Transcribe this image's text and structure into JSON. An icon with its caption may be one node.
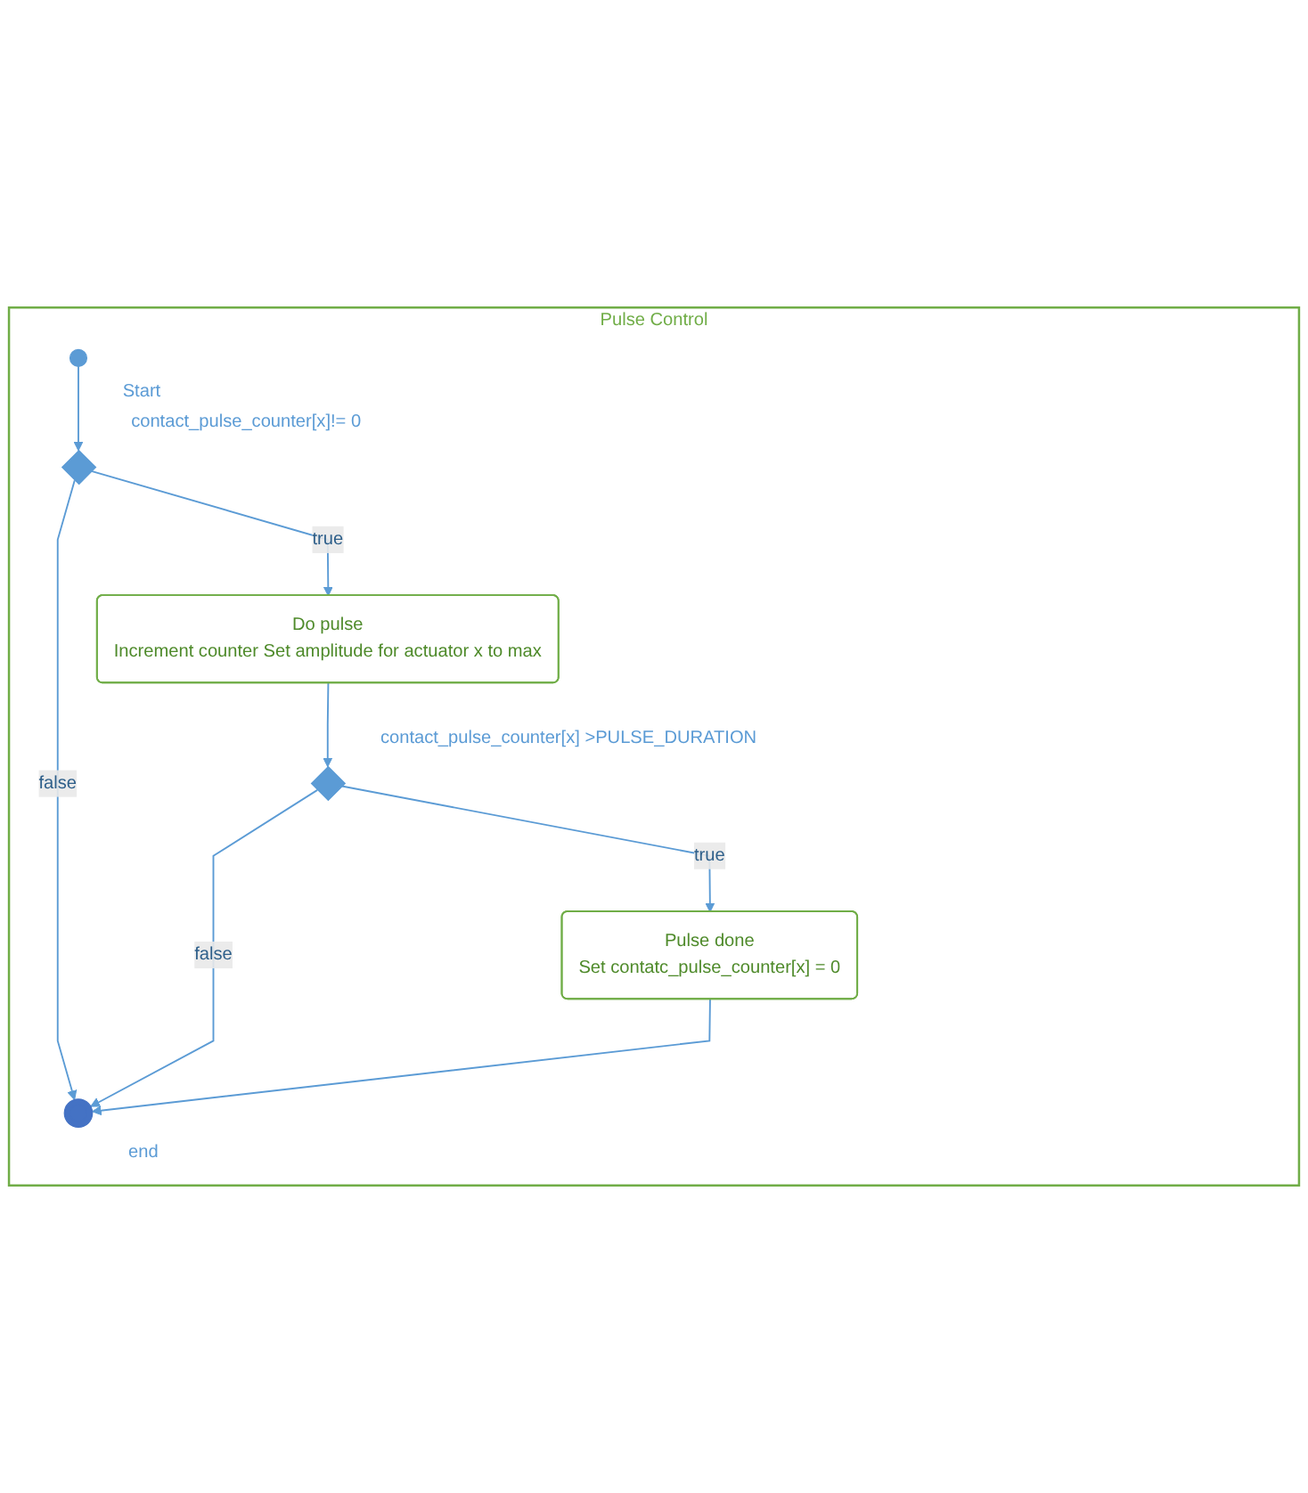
{
  "diagram": {
    "nodes": [
      {
        "text": [
          "Pulse Control"
        ]
      },
      {
        "text": [],
        "shape": "circle",
        "beside": [
          "Start"
        ],
        "in": 0
      },
      {
        "text": [],
        "shape": "diamond",
        "beside": [
          "contact_pulse_counter[x]!= 0"
        ],
        "in": 0
      },
      {
        "text": [
          "Do pulse",
          "Increment counter Set amplitude for actuator x to max"
        ],
        "in": 0
      },
      {
        "text": [],
        "shape": "diamond",
        "beside": [
          "contact_pulse_counter[x] >PULSE_DURATION"
        ],
        "in": 0
      },
      {
        "text": [
          "Pulse done",
          "Set contatc_pulse_counter[x] = 0"
        ],
        "in": 0
      },
      {
        "text": [],
        "shape": "circle",
        "beside": [
          "end"
        ],
        "in": 0
      }
    ],
    "edges": [
      {
        "from": 1,
        "to": 2,
        "arrow": "to"
      },
      {
        "from": 2,
        "to": 3,
        "label": "true",
        "arrow": "to"
      },
      {
        "from": 2,
        "to": 6,
        "label": "false",
        "arrow": "to"
      },
      {
        "from": 3,
        "to": 4,
        "arrow": "to"
      },
      {
        "from": 4,
        "to": 5,
        "label": "true",
        "arrow": "to"
      },
      {
        "from": 4,
        "to": 6,
        "label": "false",
        "arrow": "to"
      },
      {
        "from": 5,
        "to": 6,
        "arrow": "to"
      }
    ]
  }
}
